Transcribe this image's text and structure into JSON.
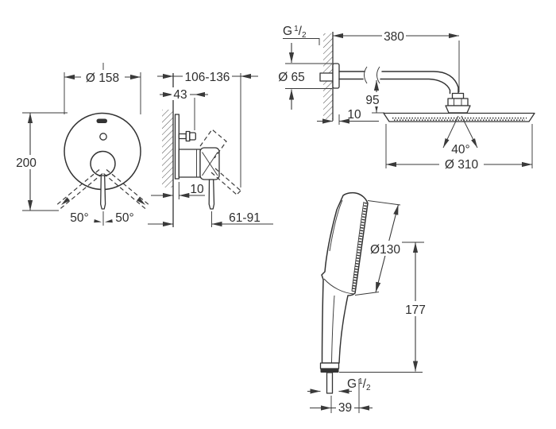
{
  "drawing": {
    "front_view": {
      "diameter": "Ø 158",
      "height": "200",
      "swing_left": "50°",
      "swing_right": "50°"
    },
    "side_view": {
      "depth_range": "106-136",
      "screw_depth": "43",
      "plate_offset": "10",
      "lever_range": "61-91"
    },
    "head_shower_view": {
      "thread_g": "G",
      "thread_num": "1",
      "thread_slash": "/",
      "thread_den": "2",
      "arm_length": "380",
      "flange_diameter": "Ø 65",
      "drop_height": "95",
      "wall_offset": "10",
      "spray_angle": "40°",
      "head_diameter": "Ø 310"
    },
    "hand_shower_view": {
      "face_diameter": "Ø130",
      "length": "177",
      "thread_g": "G",
      "thread_num": "1",
      "thread_slash": "/",
      "thread_den": "2",
      "hose_offset": "39"
    }
  },
  "colors": {
    "line": "#333333",
    "text": "#2e2e2e",
    "background": "#ffffff"
  }
}
